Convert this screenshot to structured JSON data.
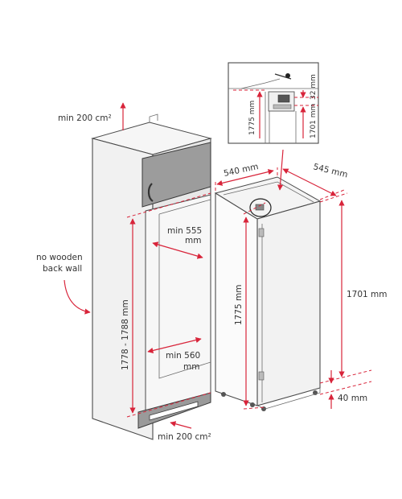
{
  "labels": {
    "vent_top": "min 200 cm²",
    "vent_bottom": "min 200 cm²",
    "no_back_wall_line1": "no wooden",
    "no_back_wall_line2": "back wall",
    "niche_height": "1778 - 1788 mm",
    "inner_depth_top_1": "min 555",
    "inner_depth_top_2": "mm",
    "inner_depth_bottom_1": "min 560",
    "inner_depth_bottom_2": "mm",
    "fridge_width": "540 mm",
    "fridge_depth": "545 mm",
    "fridge_height_total": "1775 mm",
    "fridge_height_body": "1701 mm",
    "bottom_gap": "40 mm",
    "detail_height_1775": "1775 mm",
    "detail_height_1701": "1701 mm",
    "detail_gap_32": "32 mm"
  },
  "colors": {
    "accent": "#d8243a",
    "cabinet_side": "#f2f2f2",
    "cabinet_front": "#e6e6e6",
    "door_panel": "#9c9c9c",
    "plinth": "#9a9a9a",
    "line": "#4a4a4a"
  }
}
